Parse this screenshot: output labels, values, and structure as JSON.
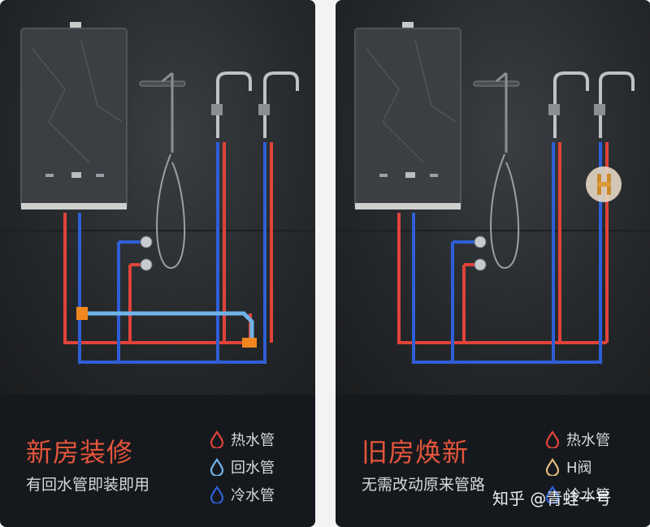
{
  "left_panel": {
    "title": "新房装修",
    "subtitle": "有回水管即装即用",
    "legend": [
      {
        "label": "热水管",
        "icon": "drop-icon",
        "color": "#e0433a"
      },
      {
        "label": "回水管",
        "icon": "drop-icon",
        "color": "#6fb3e8"
      },
      {
        "label": "冷水管",
        "icon": "drop-icon",
        "color": "#2f5fd6"
      }
    ]
  },
  "right_panel": {
    "title": "旧房焕新",
    "subtitle": "无需改动原来管路",
    "legend": [
      {
        "label": "热水管",
        "icon": "drop-icon",
        "color": "#e0433a"
      },
      {
        "label": "H阀",
        "icon": "drop-icon",
        "color": "#e2b77a"
      },
      {
        "label": "冷水管",
        "icon": "drop-icon",
        "color": "#2f5fd6"
      }
    ]
  },
  "watermark": "知乎 @青蛙一号",
  "colors": {
    "hot": "#e0433a",
    "return": "#6fb3e8",
    "cold": "#2f5fd6",
    "fitting": "#f0861e",
    "title": "#e4553b"
  }
}
